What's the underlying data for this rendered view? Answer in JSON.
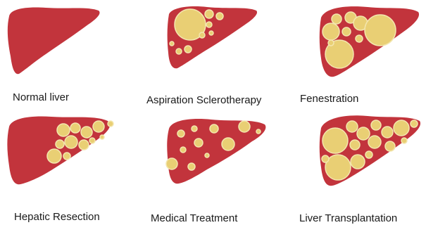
{
  "colors": {
    "liver": "#c2343c",
    "cyst_fill": "#e9cf74",
    "cyst_stroke": "#f3e6ae",
    "caption": "#1a1a1a"
  },
  "panels": [
    {
      "key": "normal",
      "label": "Normal liver",
      "cyst_pattern": "none"
    },
    {
      "key": "aspiration",
      "label": "Aspiration Sclerotherapy",
      "cyst_pattern": "one large cyst with small cysts"
    },
    {
      "key": "fenestration",
      "label": "Fenestration",
      "cyst_pattern": "several large cysts"
    },
    {
      "key": "resection",
      "label": "Hepatic Resection",
      "cyst_pattern": "cysts clustered in right portion"
    },
    {
      "key": "medical",
      "label": "Medical Treatment",
      "cyst_pattern": "scattered small cysts"
    },
    {
      "key": "transplant",
      "label": "Liver Transplantation",
      "cyst_pattern": "liver filled with cysts"
    }
  ]
}
